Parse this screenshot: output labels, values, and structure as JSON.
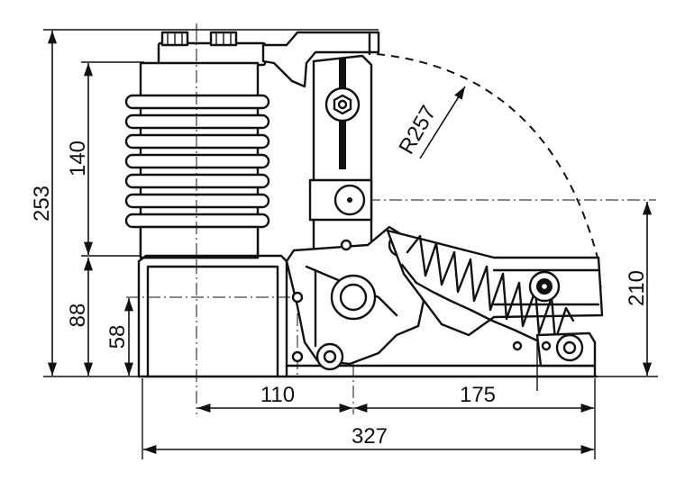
{
  "drawing": {
    "dimensions": {
      "overall_height": "253",
      "insulator_height": "140",
      "base_height": "88",
      "axis_height": "58",
      "pivot_to_axis": "110",
      "pivot_to_end": "175",
      "overall_length": "327",
      "arm_height": "210",
      "swing_radius": "R257"
    }
  }
}
